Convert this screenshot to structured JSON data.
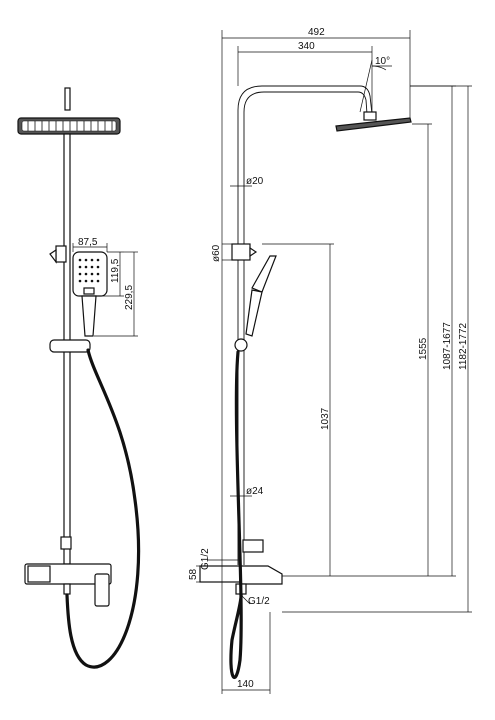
{
  "dimensions": {
    "overall_width": "492",
    "arm_reach": "340",
    "arm_angle": "10°",
    "pipe_upper_dia": "ø20",
    "pipe_lower_dia": "ø24",
    "bracket_dia": "ø60",
    "handshower_width": "87,5",
    "handshower_head_height": "119,5",
    "handshower_total_height": "229,5",
    "outlet_to_spout_height": "1037",
    "outlet_to_head_height": "1555",
    "adjust_range_1": "1087-1677",
    "adjust_range_2": "1182-1772",
    "inlet_thread_top": "G1/2",
    "inlet_thread_bottom": "G1/2",
    "inlet_width": "58",
    "base_width": "140"
  }
}
